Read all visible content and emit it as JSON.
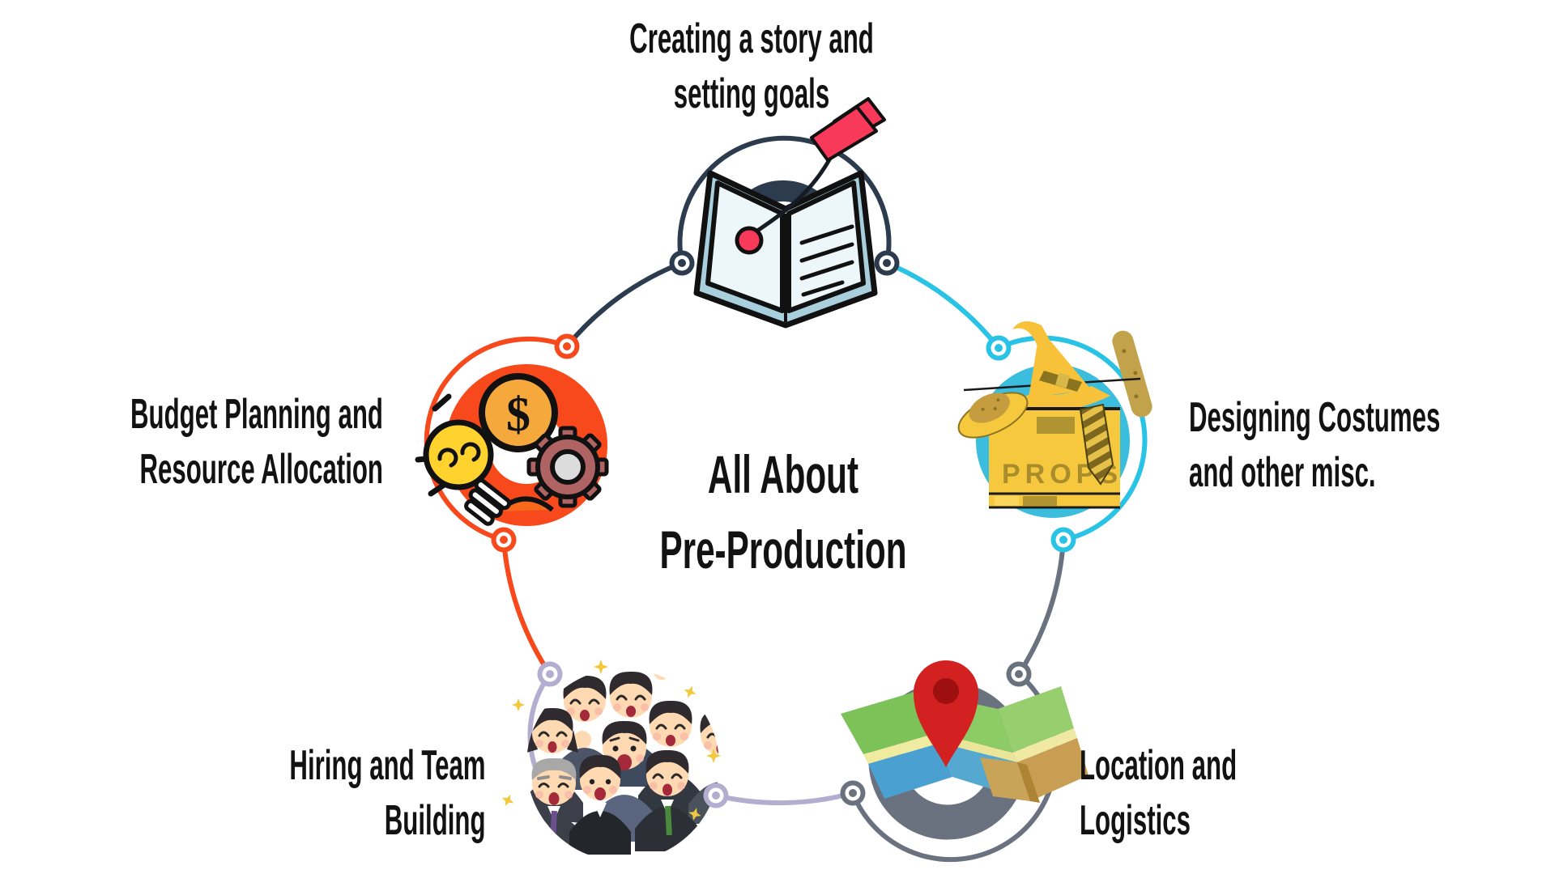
{
  "title": {
    "line1": "All About",
    "line2": "Pre-Production"
  },
  "nodes": [
    {
      "id": "story",
      "label_line1": "Creating a story and",
      "label_line2": "setting goals",
      "color": "#2C3C4E",
      "icon": "book-dart-icon"
    },
    {
      "id": "costumes",
      "label_line1": "Designing Costumes",
      "label_line2": "and other misc.",
      "color": "#29C3E6",
      "icon": "props-box-icon"
    },
    {
      "id": "location",
      "label_line1": "Location and",
      "label_line2": "Logistics",
      "color": "#6A7280",
      "icon": "map-pin-icon"
    },
    {
      "id": "hiring",
      "label_line1": "Hiring and Team",
      "label_line2": "Building",
      "color": "#B3AECF",
      "icon": "team-crowd-icon"
    },
    {
      "id": "budget",
      "label_line1": "Budget Planning and",
      "label_line2": "Resource Allocation",
      "color": "#F7491B",
      "icon": "money-idea-gear-icon"
    }
  ],
  "icon_texts": {
    "props_box_label": "PROPS",
    "coin_symbol": "$"
  },
  "palette": {
    "navy": "#2C3C4E",
    "orange": "#F7491B",
    "cyan": "#29C3E6",
    "slate": "#6A7280",
    "lavender": "#B3AECF",
    "pink": "#F8395A",
    "red": "#D32020",
    "ink": "#121212"
  }
}
